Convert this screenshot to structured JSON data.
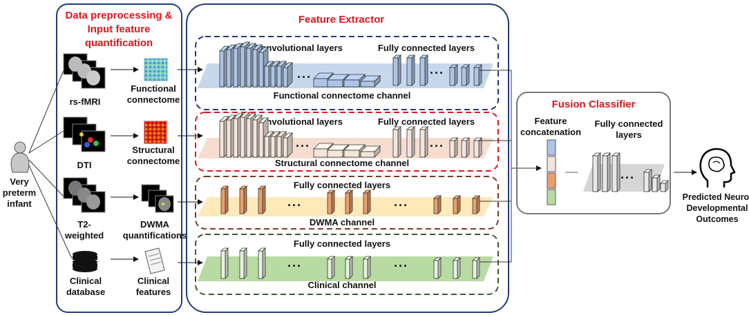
{
  "colors": {
    "title_red": "#e0141e",
    "outer_border": "#1f3a7a",
    "func_border": "#1f3a7a",
    "func_plane": "#c7d7ec",
    "func_layer": "#aec4e4",
    "struct_border": "#e0141e",
    "struct_plane": "#f6ddd0",
    "struct_layer": "#f3e5dc",
    "dwma_border": "#7a3a22",
    "dwma_plane": "#fde9b9",
    "dwma_layer": "#eaa06a",
    "clin_border": "#3a5a2a",
    "clin_plane": "#b8dba3",
    "clin_layer": "#e6f2df",
    "fusion_border": "#777777",
    "fusion_plane": "#d6d6d6"
  },
  "preprocessing": {
    "title_lines": [
      "Data preprocessing &",
      "Input feature",
      "quantification"
    ],
    "inputs": [
      {
        "lines": [
          "rs-fMRI"
        ],
        "icon": "brain-scan-stack-icon"
      },
      {
        "lines": [
          "DTI"
        ],
        "icon": "dti-tractography-stack-icon"
      },
      {
        "lines": [
          "T2-",
          "weighted"
        ],
        "icon": "t2-scan-stack-icon"
      },
      {
        "lines": [
          "Clinical",
          "database"
        ],
        "icon": "database-icon"
      }
    ],
    "features": [
      {
        "lines": [
          "Functional",
          "connectome"
        ],
        "icon": "functional-connectome-matrix-icon"
      },
      {
        "lines": [
          "Structural",
          "connectome"
        ],
        "icon": "structural-connectome-matrix-icon"
      },
      {
        "lines": [
          "DWMA",
          "quantifications"
        ],
        "icon": "dwma-scan-stack-icon"
      },
      {
        "lines": [
          "Clinical",
          "features"
        ],
        "icon": "document-icon"
      }
    ]
  },
  "subject": {
    "lines": [
      "Very",
      "preterm",
      "infant"
    ],
    "icon": "infant-person-icon"
  },
  "feature_extractor": {
    "title": "Feature Extractor",
    "channels": [
      {
        "name": "Functional connectome channel",
        "conv_label": "Convolutional layers",
        "fc_label": "Fully connected layers"
      },
      {
        "name": "Structural connectome channel",
        "conv_label": "Convolutional layers",
        "fc_label": "Fully connected layers"
      },
      {
        "name": "DWMA channel",
        "fc_label": "Fully connected layers"
      },
      {
        "name": "Clinical channel",
        "fc_label": "Fully connected layers"
      }
    ],
    "ellipsis": "···"
  },
  "fusion": {
    "title": "Fusion Classifier",
    "concat_lines": [
      "Feature",
      "concatenation"
    ],
    "fc_lines": [
      "Fully connected",
      "layers"
    ]
  },
  "output": {
    "lines": [
      "Predicted Neuro-",
      "Developmental",
      "Outcomes"
    ],
    "icon": "head-brain-icon"
  }
}
